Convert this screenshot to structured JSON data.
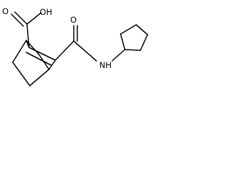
{
  "molecule": {
    "atom_labels": {
      "carboxylic_oh": "OH",
      "acid_carbonyl_o": "O",
      "amide_carbonyl_o": "O",
      "amide_nh": "NH"
    }
  }
}
